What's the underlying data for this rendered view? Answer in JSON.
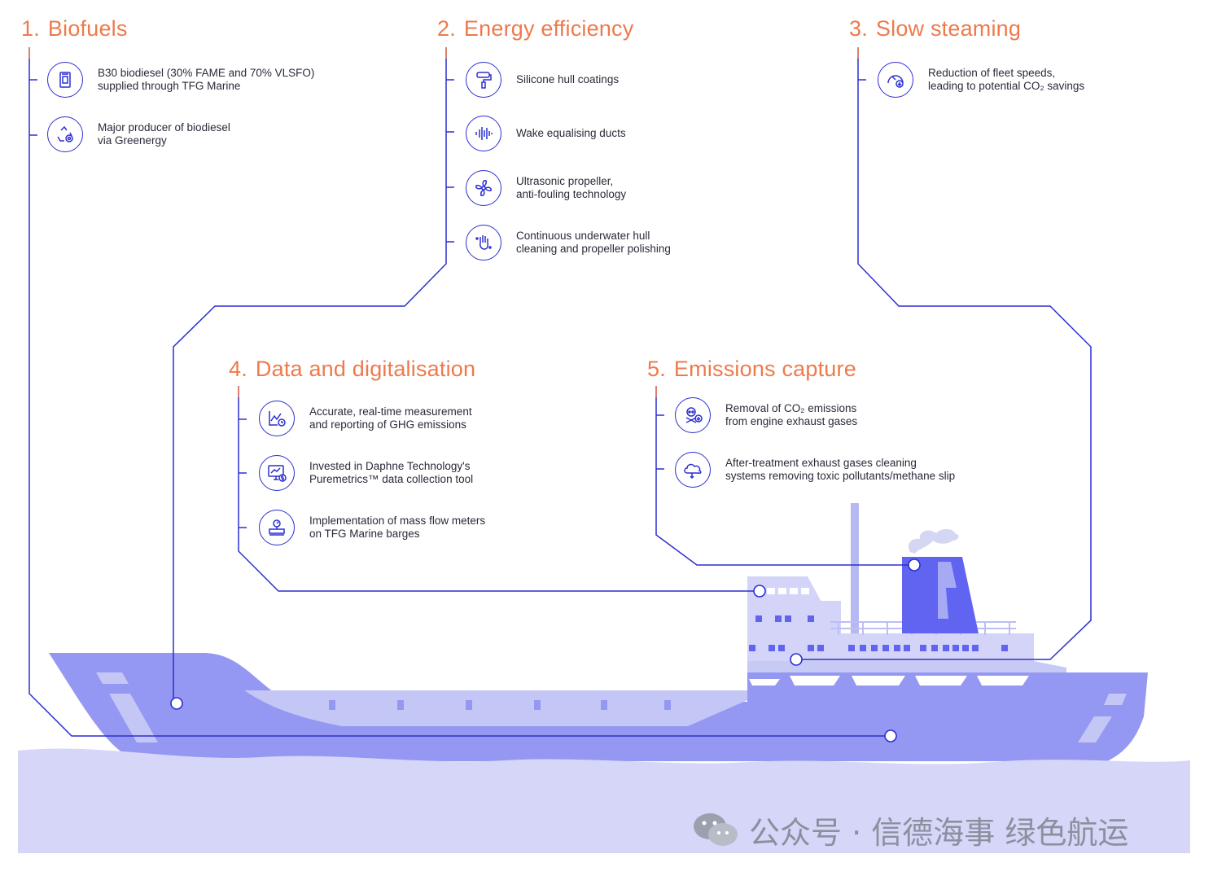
{
  "sections": [
    {
      "num": "1.",
      "title": "Biofuels",
      "items": [
        {
          "icon": "fuel-can-icon",
          "lines": [
            "B30 biodiesel (30% FAME and 70% VLSFO)",
            "supplied through TFG Marine"
          ]
        },
        {
          "icon": "recycle-icon",
          "lines": [
            "Major producer of biodiesel",
            "via Greenergy"
          ]
        }
      ]
    },
    {
      "num": "2.",
      "title": "Energy efficiency",
      "items": [
        {
          "icon": "paint-roller-icon",
          "lines": [
            "Silicone hull coatings"
          ]
        },
        {
          "icon": "sound-wave-icon",
          "lines": [
            "Wake equalising ducts"
          ]
        },
        {
          "icon": "propeller-icon",
          "lines": [
            "Ultrasonic propeller,",
            "anti-fouling technology"
          ]
        },
        {
          "icon": "hand-cleaning-icon",
          "lines": [
            "Continuous underwater hull",
            "cleaning and propeller polishing"
          ]
        }
      ]
    },
    {
      "num": "3.",
      "title": "Slow steaming",
      "items": [
        {
          "icon": "speedometer-icon",
          "lines": [
            "Reduction of fleet speeds,",
            "leading to potential CO₂ savings"
          ]
        }
      ]
    },
    {
      "num": "4.",
      "title": "Data and digitalisation",
      "items": [
        {
          "icon": "chart-clock-icon",
          "lines": [
            "Accurate, real-time measurement",
            "and reporting of GHG emissions"
          ]
        },
        {
          "icon": "monitor-dollar-icon",
          "lines": [
            "Invested in Daphne Technology's",
            "Puremetrics™ data collection tool"
          ]
        },
        {
          "icon": "flow-meter-icon",
          "lines": [
            "Implementation of mass flow meters",
            "on TFG Marine barges"
          ]
        }
      ]
    },
    {
      "num": "5.",
      "title": "Emissions capture",
      "items": [
        {
          "icon": "toxic-skull-icon",
          "lines": [
            "Removal of CO₂ emissions",
            "from engine exhaust gases"
          ]
        },
        {
          "icon": "co2-cloud-icon",
          "lines": [
            "After-treatment exhaust gases cleaning",
            "systems removing toxic pollutants/methane slip"
          ]
        }
      ]
    }
  ],
  "watermark": {
    "text": "公众号 · 信德海事 绿色航运"
  },
  "colors": {
    "heading": "#EE7A4C",
    "line": "#2B2FD0",
    "hull": "#9498F2",
    "hull_light": "#C4C6F6",
    "sea": "#D6D7F8",
    "funnel": "#6064F0"
  }
}
